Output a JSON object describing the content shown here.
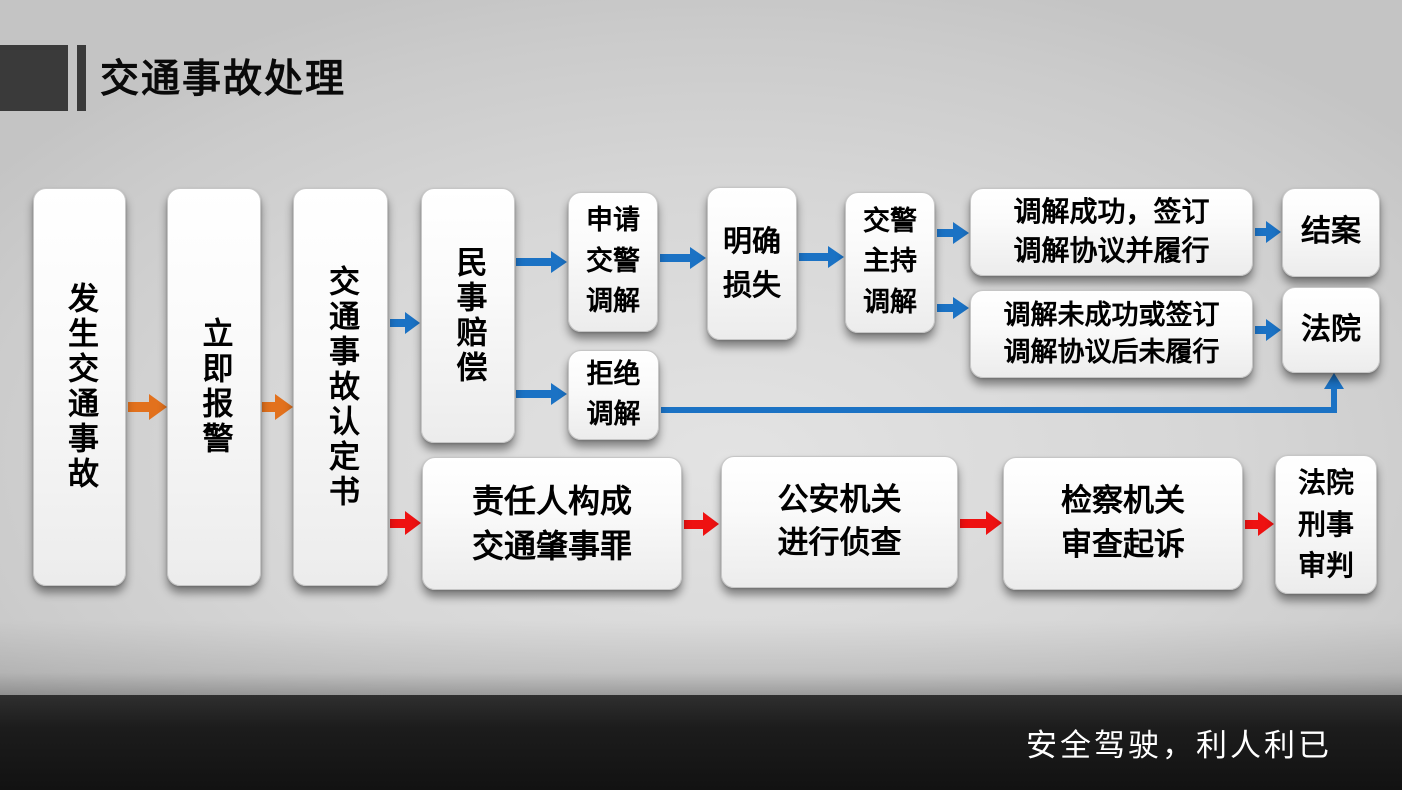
{
  "title": "交通事故处理",
  "footer": {
    "slogan": "安全驾驶，利人利已"
  },
  "colors": {
    "background_gray": "#d2d2d2",
    "accent_dark": "#3a3a3a",
    "node_fill": "#ffffff",
    "arrow_orange": "#e2711d",
    "arrow_blue": "#1b72c4",
    "arrow_red": "#ee1111",
    "footer_bg": "#1c1c1c",
    "footer_text": "#ffffff"
  },
  "flowchart": {
    "nodes": {
      "accident": "发生交通事故",
      "report": "立即报警",
      "determination": "交通事故认定书",
      "civil_compensation": "民事赔偿",
      "apply_mediation": "申请\n交警\n调解",
      "clarify_loss": "明确\n损失",
      "refuse_mediation": "拒绝\n调解",
      "police_mediation": "交警\n主持\n调解",
      "mediation_success": "调解成功，签订\n调解协议并履行",
      "mediation_fail": "调解未成功或签订\n调解协议后未履行",
      "case_closed": "结案",
      "court": "法院",
      "crime": "责任人构成\n交通肇事罪",
      "investigation": "公安机关\n进行侦查",
      "prosecution": "检察机关\n审查起诉",
      "criminal_trial": "法院\n刑事\n审判"
    }
  }
}
